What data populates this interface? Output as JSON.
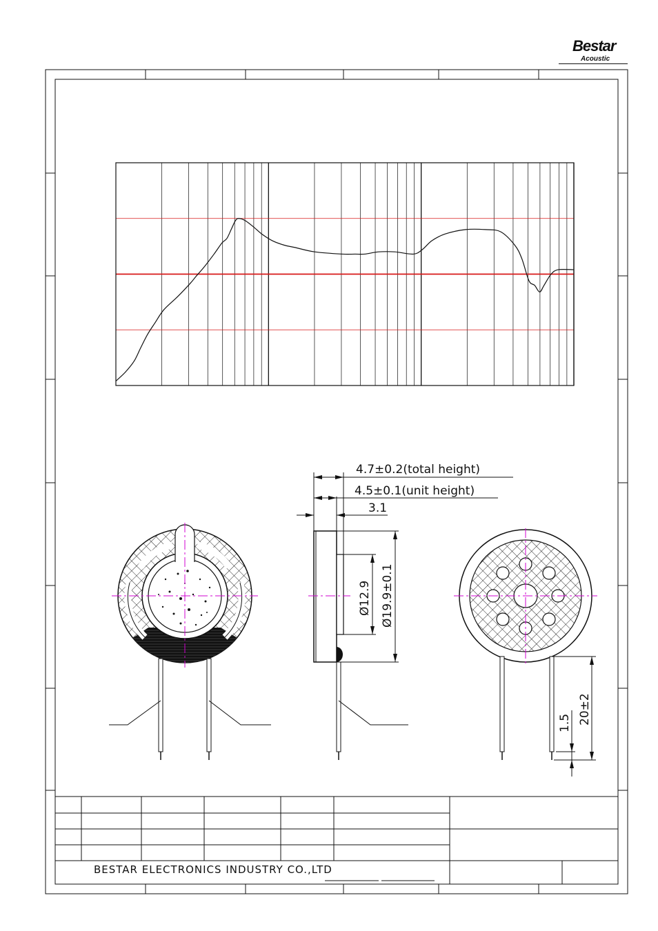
{
  "brand": {
    "name": "Bestar",
    "sub": "Acoustic"
  },
  "company": "BESTAR ELECTRONICS INDUSTRY CO.,LTD",
  "dimensions": {
    "total_height": "4.7±0.2(total height)",
    "unit_height": "4.5±0.1(unit height)",
    "depth": "3.1",
    "inner_diameter": "Ø12.9",
    "outer_diameter": "Ø19.9±0.1",
    "pin_tip": "1.5",
    "lead_length": "20±2"
  },
  "chart_data": {
    "type": "line",
    "title": "",
    "xlabel": "",
    "ylabel": "",
    "xscale": "log",
    "grid": true,
    "series": [
      {
        "values": [
          [
            1.0,
            0.02
          ],
          [
            1.062,
            0.06
          ],
          [
            1.12,
            0.11
          ],
          [
            1.163,
            0.17
          ],
          [
            1.208,
            0.23
          ],
          [
            1.255,
            0.28
          ],
          [
            1.314,
            0.34
          ],
          [
            1.406,
            0.4
          ],
          [
            1.489,
            0.46
          ],
          [
            1.525,
            0.49
          ],
          [
            1.576,
            0.53
          ],
          [
            1.643,
            0.59
          ],
          [
            1.695,
            0.64
          ],
          [
            1.727,
            0.66
          ],
          [
            1.755,
            0.7
          ],
          [
            1.783,
            0.74
          ],
          [
            1.805,
            0.75
          ],
          [
            1.848,
            0.74
          ],
          [
            1.905,
            0.71
          ],
          [
            1.956,
            0.68
          ],
          [
            2.025,
            0.65
          ],
          [
            2.103,
            0.63
          ],
          [
            2.171,
            0.62
          ],
          [
            2.302,
            0.6
          ],
          [
            2.483,
            0.59
          ],
          [
            2.567,
            0.59
          ],
          [
            2.63,
            0.59
          ],
          [
            2.721,
            0.6
          ],
          [
            2.827,
            0.6
          ],
          [
            2.948,
            0.59
          ],
          [
            3.007,
            0.61
          ],
          [
            3.07,
            0.65
          ],
          [
            3.156,
            0.68
          ],
          [
            3.291,
            0.7
          ],
          [
            3.421,
            0.7
          ],
          [
            3.521,
            0.69
          ],
          [
            3.613,
            0.63
          ],
          [
            3.659,
            0.57
          ],
          [
            3.706,
            0.47
          ],
          [
            3.743,
            0.45
          ],
          [
            3.776,
            0.42
          ],
          [
            3.805,
            0.45
          ],
          [
            3.851,
            0.5
          ],
          [
            3.898,
            0.52
          ],
          [
            4.0,
            0.52
          ]
        ]
      }
    ]
  }
}
